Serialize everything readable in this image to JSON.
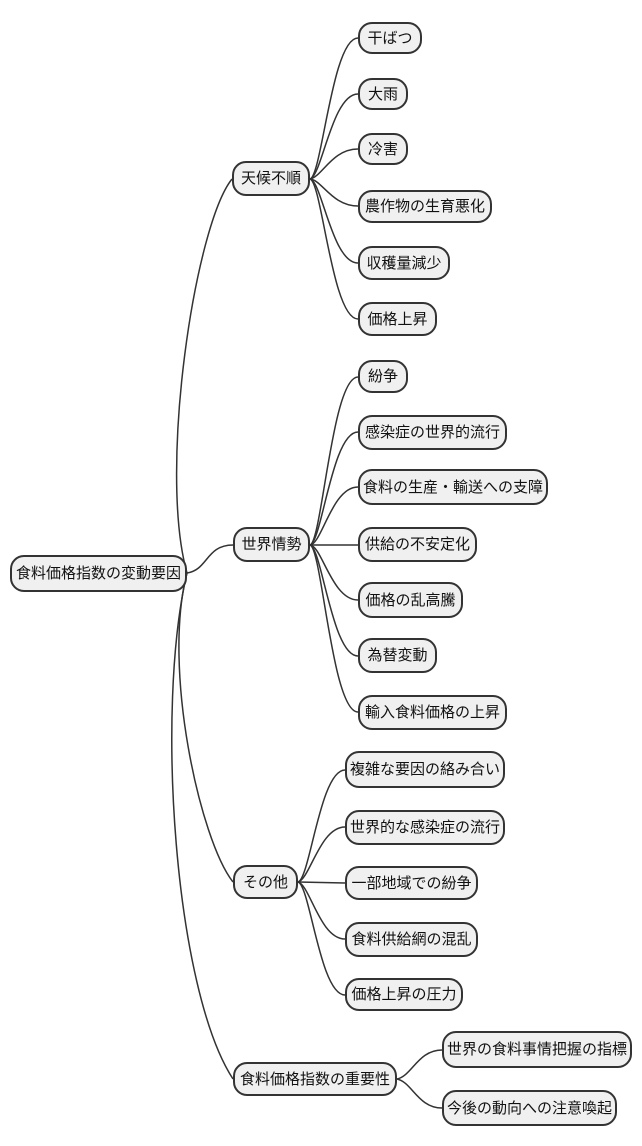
{
  "diagram": {
    "type": "mindmap",
    "colors": {
      "background": "#ffffff",
      "node_fill": "#f0f0f0",
      "node_border": "#333333",
      "edge": "#333333",
      "text": "#111111"
    },
    "root": {
      "label": "食料価格指数の変動要因"
    },
    "branches": [
      {
        "label": "天候不順",
        "children": [
          "干ばつ",
          "大雨",
          "冷害",
          "農作物の生育悪化",
          "収穫量減少",
          "価格上昇"
        ]
      },
      {
        "label": "世界情勢",
        "children": [
          "紛争",
          "感染症の世界的流行",
          "食料の生産・輸送への支障",
          "供給の不安定化",
          "価格の乱高騰",
          "為替変動",
          "輸入食料価格の上昇"
        ]
      },
      {
        "label": "その他",
        "children": [
          "複雑な要因の絡み合い",
          "世界的な感染症の流行",
          "一部地域での紛争",
          "食料供給網の混乱",
          "価格上昇の圧力"
        ]
      },
      {
        "label": "食料価格指数の重要性",
        "children": [
          "世界の食料事情把握の指標",
          "今後の動向への注意喚起"
        ]
      }
    ]
  }
}
